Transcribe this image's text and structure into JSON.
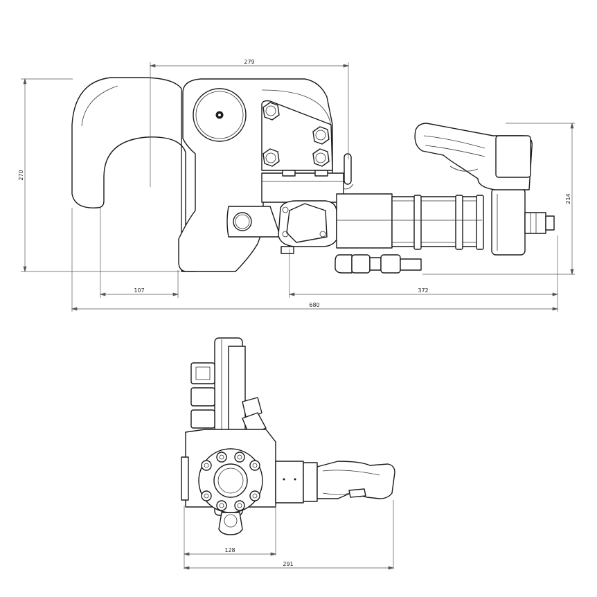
{
  "side_view": {
    "dimensions": {
      "jaw_width": "279",
      "overall_height": "270",
      "handle_height": "214",
      "throat_depth": "107",
      "body_length": "372",
      "overall_length": "680"
    }
  },
  "end_view": {
    "dimensions": {
      "body_width": "128",
      "overall_width": "291"
    }
  }
}
